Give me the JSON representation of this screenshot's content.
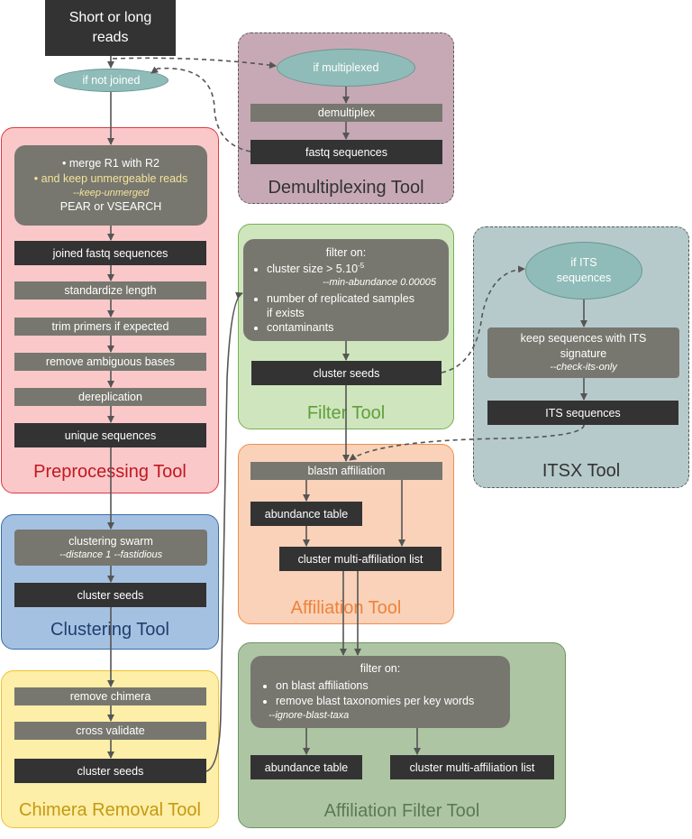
{
  "input": {
    "label": "Short or long reads"
  },
  "if_not_joined": "if not joined",
  "demultiplexing": {
    "title": "Demultiplexing Tool",
    "if_multiplexed": "if multiplexed",
    "demultiplex": "demultiplex",
    "fastq": "fastq sequences"
  },
  "preprocessing": {
    "title": "Preprocessing Tool",
    "merge_line1": "• merge R1 with R2",
    "merge_line2": "• and keep unmergeable reads",
    "merge_option": "--keep-unmerged",
    "merge_line3": "PEAR or VSEARCH",
    "joined": "joined fastq sequences",
    "standardize": "standardize length",
    "trim": "trim primers if expected",
    "ambiguous": "remove ambiguous bases",
    "dereplication": "dereplication",
    "unique": "unique sequences"
  },
  "clustering": {
    "title": "Clustering Tool",
    "swarm": "clustering  swarm",
    "swarm_option": "--distance 1 --fastidious",
    "seeds": "cluster seeds"
  },
  "chimera": {
    "title": "Chimera Removal Tool",
    "remove": "remove chimera",
    "cross": "cross validate",
    "seeds": "cluster seeds"
  },
  "filter": {
    "title": "Filter Tool",
    "heading": "filter on:",
    "item1": "cluster size > 5.10",
    "item1_exp": "-5",
    "item1_option": "--min-abundance 0.00005",
    "item2": "number of replicated samples",
    "item2b": "if exists",
    "item3": "contaminants",
    "seeds": "cluster seeds"
  },
  "itsx": {
    "title": "ITSX Tool",
    "if_its_line1": "if  ITS",
    "if_its_line2": "sequences",
    "keep_line1": "keep sequences with ITS",
    "keep_line2": "signature",
    "keep_option": "--check-its-only",
    "its_seq": "ITS sequences"
  },
  "affiliation": {
    "title": "Affiliation Tool",
    "blastn": "blastn affiliation",
    "abundance": "abundance table",
    "multi": "cluster multi-affiliation list"
  },
  "affiliation_filter": {
    "title": "Affiliation Filter Tool",
    "heading": "filter on:",
    "item1": "on blast affiliations",
    "item2": "remove blast taxonomies per key words",
    "option": "--ignore-blast-taxa",
    "abundance": "abundance table",
    "multi": "cluster multi-affiliation list"
  },
  "colors": {
    "preprocessing_bg": "#fbc8ca",
    "preprocessing_border": "#e0393f",
    "preprocessing_title": "#c0181f",
    "clustering_bg": "#a5c1e2",
    "clustering_border": "#3a6ea5",
    "clustering_title": "#1f3f6e",
    "chimera_bg": "#fdeea8",
    "chimera_border": "#f1c232",
    "chimera_title": "#c49a10",
    "filter_bg": "#cfe5bd",
    "filter_border": "#77b050",
    "filter_title": "#5fa03a",
    "affiliation_bg": "#f9d2b9",
    "affiliation_border": "#f18f4c",
    "affiliation_title": "#f0823a",
    "affiliation_filter_bg": "#aec5a3",
    "affiliation_filter_border": "#6f9364",
    "affiliation_filter_title": "#5a7a52",
    "demultiplexing_bg": "#c6a9b4",
    "itsx_bg": "#b7cacb"
  }
}
